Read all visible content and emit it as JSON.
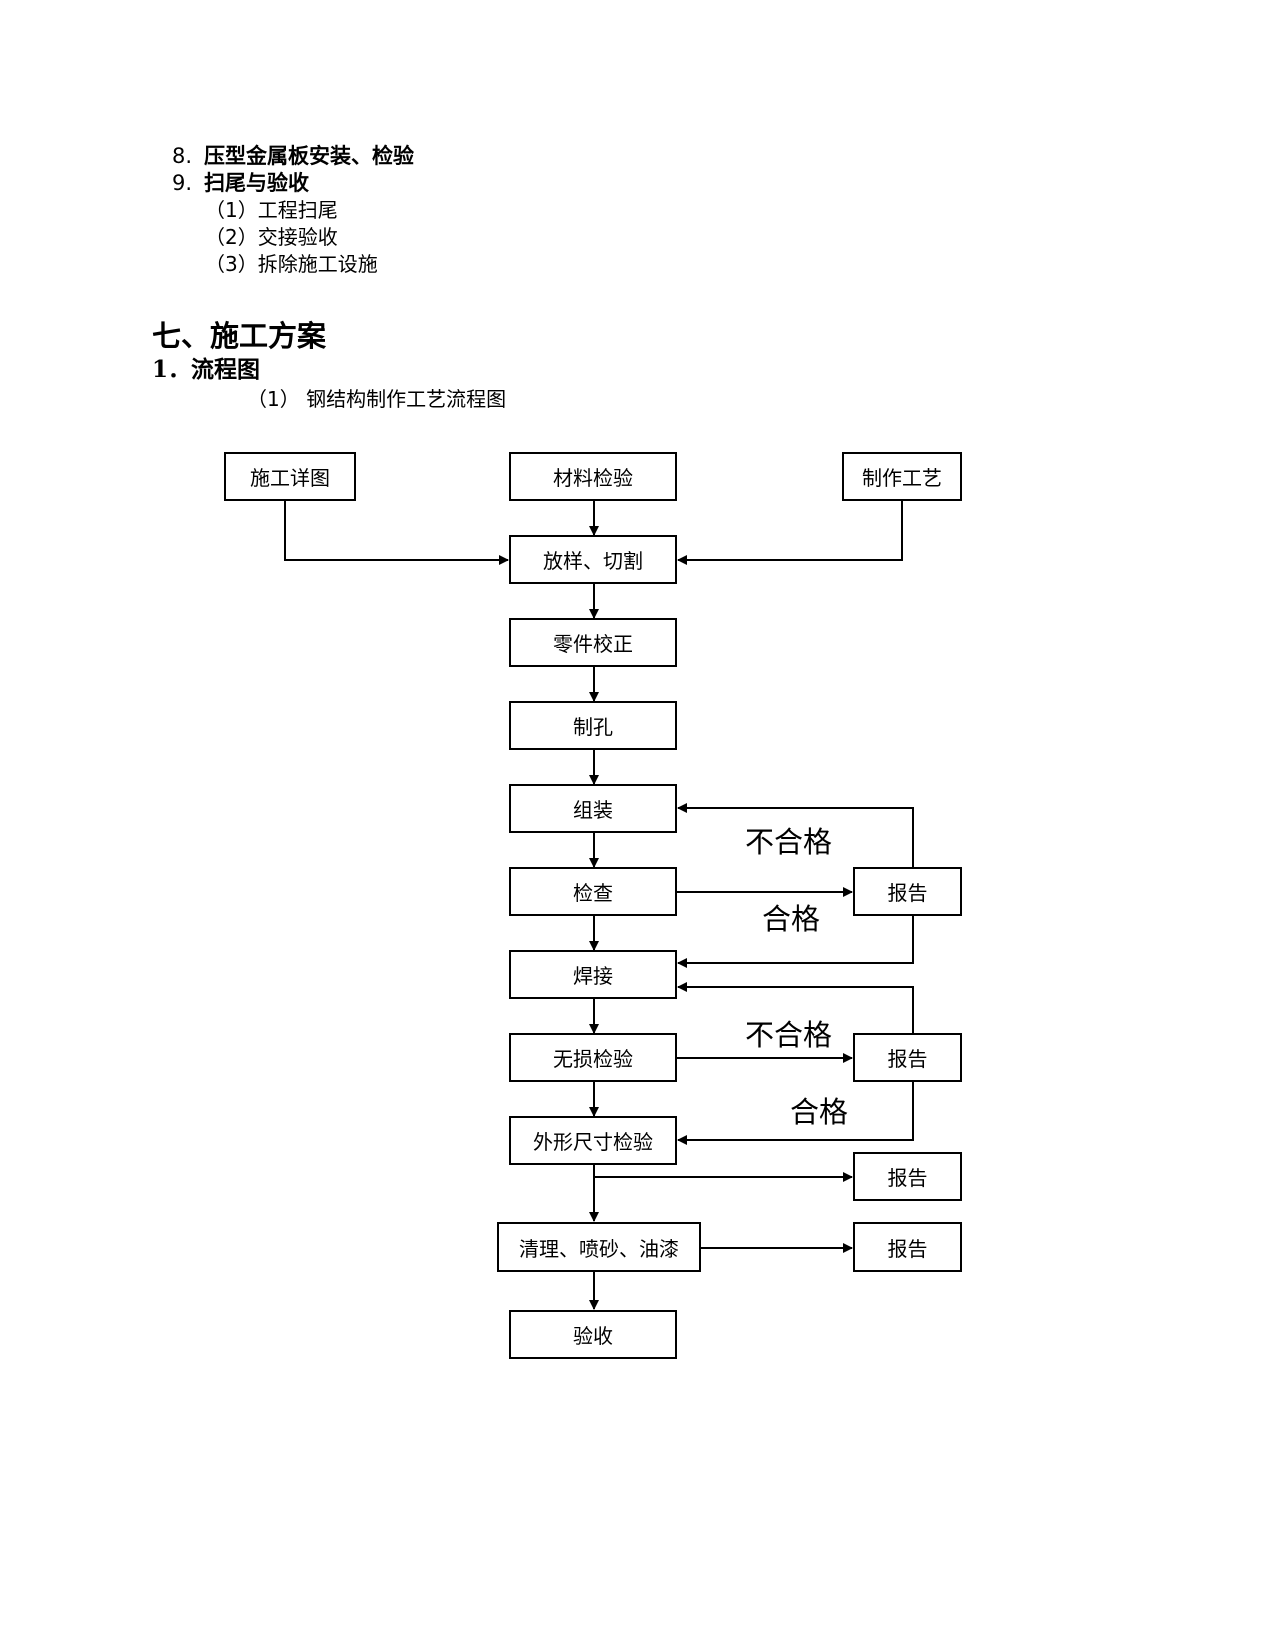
{
  "list": [
    {
      "num": "8.",
      "text": "压型金属板安装、检验"
    },
    {
      "num": "9.",
      "text": "扫尾与验收"
    }
  ],
  "sub_items": [
    "（1）工程扫尾",
    "（2）交接验收",
    "（3）拆除施工设施"
  ],
  "section_title": "七、施工方案",
  "subsection_title": "1．流程图",
  "diagram_caption": "（1） 钢结构制作工艺流程图",
  "flowchart": {
    "nodes": {
      "detail_drawing": "施工详图",
      "material_inspection": "材料检验",
      "process": "制作工艺",
      "layout_cutting": "放样、切割",
      "part_correction": "零件校正",
      "drilling": "制孔",
      "assembly": "组装",
      "check": "检查",
      "welding": "焊接",
      "ndt": "无损检验",
      "dimension_check": "外形尺寸检验",
      "cleaning": "清理、喷砂、油漆",
      "acceptance": "验收",
      "report_1": "报告",
      "report_2": "报告",
      "report_3": "报告",
      "report_4": "报告"
    },
    "labels": {
      "fail_1": "不合格",
      "pass_1": "合格",
      "fail_2": "不合格",
      "pass_2": "合格"
    }
  }
}
